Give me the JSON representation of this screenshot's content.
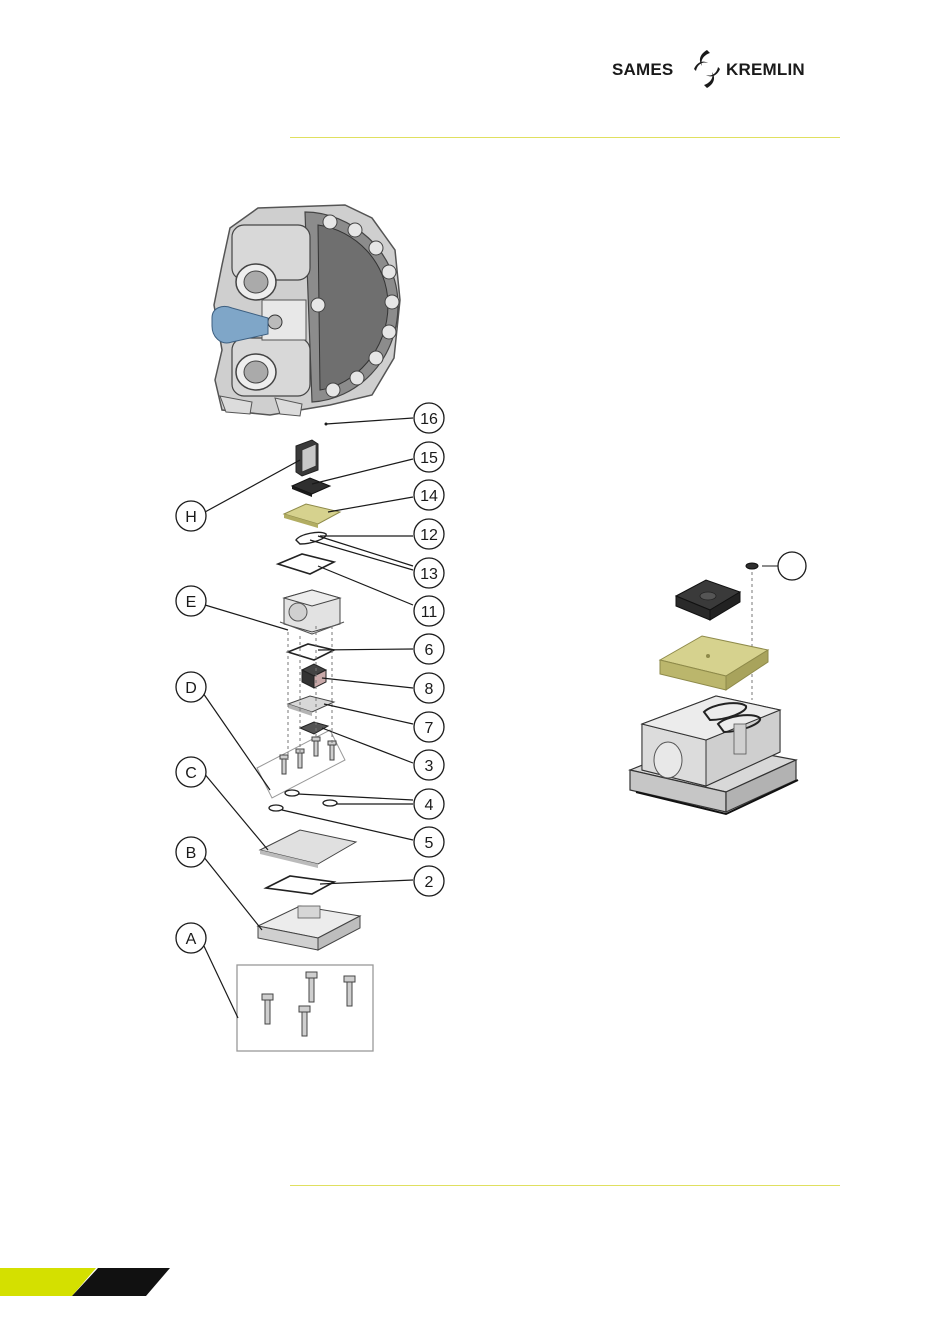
{
  "header": {
    "brand_left": "SAMES",
    "brand_right": "KREMLIN"
  },
  "colors": {
    "accent": "#d4e000",
    "rule": "#e0e060",
    "part_yellow": "#d6d28e",
    "part_dark": "#2f2f2f",
    "part_grey": "#d4d4d4",
    "valve_blue": "#7fa6c8",
    "line": "#1a1a1a"
  },
  "diagram": {
    "callouts_numbers": [
      "16",
      "15",
      "14",
      "12",
      "13",
      "11",
      "6",
      "8",
      "7",
      "3",
      "4",
      "5",
      "2"
    ],
    "callouts_letters": [
      "H",
      "E",
      "D",
      "C",
      "B",
      "A"
    ],
    "detail_callout": ""
  }
}
